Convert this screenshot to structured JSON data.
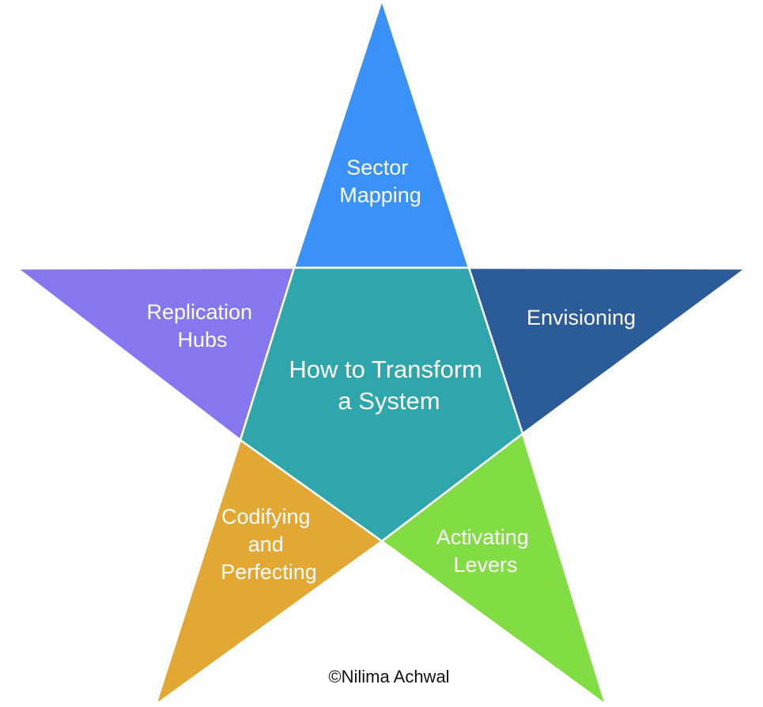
{
  "diagram": {
    "center": {
      "lines": [
        "How to Transform",
        "a System"
      ],
      "color": "#2fa6ab"
    },
    "points": [
      {
        "id": "top",
        "lines": [
          "Sector",
          "Mapping"
        ],
        "color": "#3a91f8"
      },
      {
        "id": "right",
        "lines": [
          "Envisioning"
        ],
        "color": "#2b5b98"
      },
      {
        "id": "bottom-right",
        "lines": [
          "Activating",
          "Levers"
        ],
        "color": "#82dd45"
      },
      {
        "id": "bottom-left",
        "lines": [
          "Codifying",
          "and",
          "Perfecting"
        ],
        "color": "#e3a734"
      },
      {
        "id": "left",
        "lines": [
          "Replication",
          "Hubs"
        ],
        "color": "#8777ee"
      }
    ]
  },
  "credit": "©Nilima Achwal"
}
